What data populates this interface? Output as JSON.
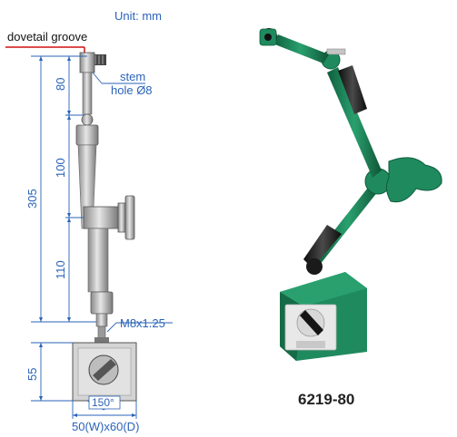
{
  "header": {
    "unit": "Unit: mm"
  },
  "labels": {
    "dovetail": "dovetail groove",
    "stem": "stem",
    "hole": "hole Ø8",
    "thread": "M8x1.25",
    "angle": "150°",
    "base_size": "50(W)x60(D)"
  },
  "dimensions": {
    "d80": "80",
    "d100": "100",
    "d110": "110",
    "d305": "305",
    "d55": "55"
  },
  "product": {
    "model": "6219-80"
  },
  "colors": {
    "dimension": "#2a63b8",
    "arm_green": "#1f8a5e",
    "arm_dark": "#1a1a1a",
    "drawing_gray": "#c9c9c9",
    "leader_red": "#d01010"
  }
}
